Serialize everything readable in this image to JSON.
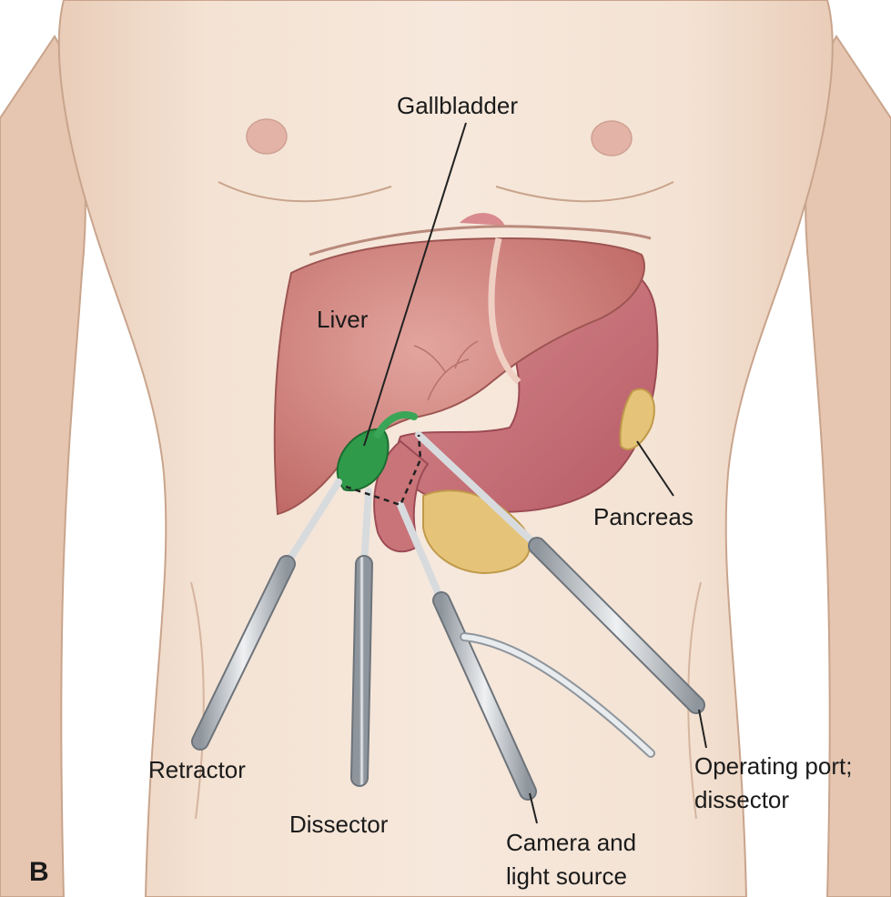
{
  "figure": {
    "panel_letter": "B",
    "labels": {
      "gallbladder": "Gallbladder",
      "liver": "Liver",
      "pancreas": "Pancreas",
      "retractor": "Retractor",
      "dissector": "Dissector",
      "camera_line1": "Camera and",
      "camera_line2": "light source",
      "operating_line1": "Operating port;",
      "operating_line2": "dissector"
    }
  },
  "colors": {
    "skin": "#f1dccb",
    "skin_shadow": "#dcbfa8",
    "liver": "#cd7c78",
    "stomach": "#c26b72",
    "gallbladder": "#2f9a4a",
    "pancreas": "#e5c479",
    "instrument": "#c4c9cf"
  }
}
